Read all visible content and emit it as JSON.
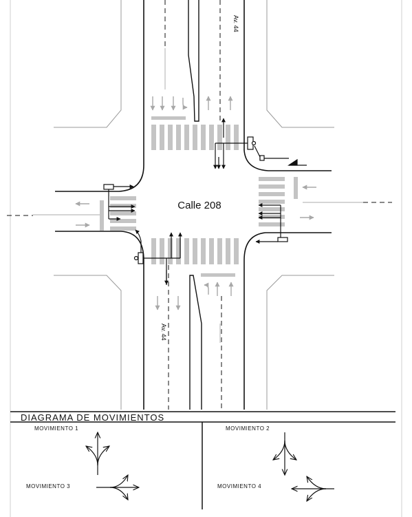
{
  "labels": {
    "street_main": "Calle 208",
    "avenue_top": "Av. 44",
    "avenue_bottom": "Av. 44",
    "diagram_title": "DIAGRAMA DE MOVIMIENTOS",
    "movement_1": "MOVIMIENTO 1",
    "movement_2": "MOVIMIENTO 2",
    "movement_3": "MOVIMIENTO 3",
    "movement_4": "MOVIMIENTO 4"
  },
  "colors": {
    "line": "#111111",
    "marking": "#bcbcbc",
    "building": "#9a9a9a"
  }
}
